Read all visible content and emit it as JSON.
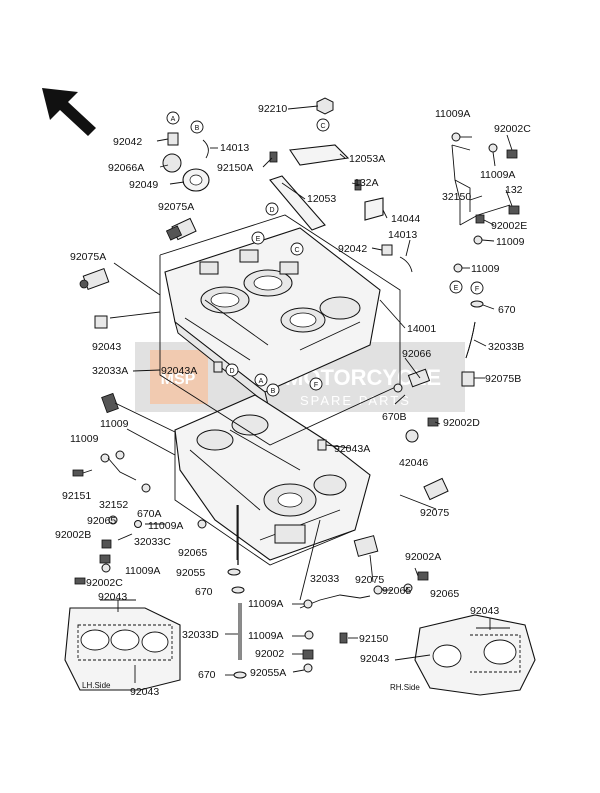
{
  "labels": {
    "l92210": "92210",
    "l92042a": "92042",
    "l14013a": "14013",
    "l92066a": "92066A",
    "l92150a": "92150A",
    "l12053a": "12053A",
    "l92049": "92049",
    "l12053": "12053",
    "l132a": "132A",
    "l92075a_top": "92075A",
    "l14044": "14044",
    "l92042b": "92042",
    "l14013b": "14013",
    "l92075a_left": "92075A",
    "l14001": "14001",
    "l92043_left": "92043",
    "l92043a_mid": "92043A",
    "l92066": "92066",
    "l32033a": "32033A",
    "l11009_l1": "11009",
    "l11009_l2": "11009",
    "l92043a_r": "92043A",
    "l670b": "670B",
    "l42046": "42046",
    "l92002d": "92002D",
    "l92151": "92151",
    "l32152": "32152",
    "l670a": "670A",
    "l92065_l": "92065",
    "l11009a_l1": "11009A",
    "l92002b": "92002B",
    "l32033c": "32033C",
    "l92065_m": "92065",
    "l92075_r": "92075",
    "l11009a_l2": "11009A",
    "l92002c_l": "92002C",
    "l92055": "92055",
    "l670_l": "670",
    "l32033": "32033",
    "l92075_m": "92075",
    "l92002a": "92002A",
    "l92043_lhtop": "92043",
    "l11009a_m": "11009A",
    "l92065_b": "92065",
    "l92065_r": "92065",
    "l32033d": "32033D",
    "l11009a_m2": "11009A",
    "l92150": "92150",
    "l92002": "92002",
    "l92043_rh": "92043",
    "l92043_rh2": "92043",
    "l670_b": "670",
    "l92055a": "92055A",
    "l92043_lhbot": "92043",
    "lhside": "LH.Side",
    "rhside": "RH.Side",
    "r11009a_top": "11009A",
    "r92002c": "92002C",
    "r11009a": "11009A",
    "r32150": "32150",
    "r132": "132",
    "r92002e": "92002E",
    "r11009_1": "11009",
    "r11009_2": "11009",
    "r670": "670",
    "r32033b": "32033B",
    "r92075b": "92075B"
  },
  "circles": {
    "a": "A",
    "b": "B",
    "c": "C",
    "d": "D",
    "e": "E",
    "f": "F"
  },
  "watermark": {
    "word1": "MOTORCYCLE",
    "word2": "SPARE PARTS",
    "brand_color": "#d9742c"
  }
}
